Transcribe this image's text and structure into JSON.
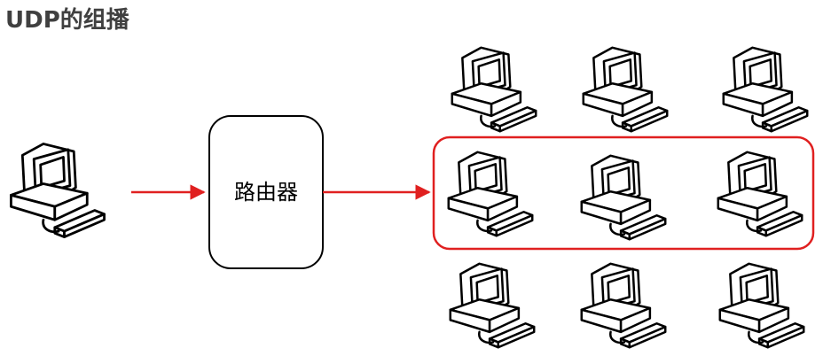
{
  "title": "UDP的组播",
  "router": {
    "label": "路由器"
  },
  "colors": {
    "title": "#404040",
    "arrow": "#e02020",
    "group_border": "#e02020",
    "outline": "#000000",
    "fill": "#ffffff"
  },
  "icons": {
    "computer": "desktop-computer-icon"
  },
  "computers": {
    "source": 1,
    "top_row": 3,
    "group_row": 3,
    "bottom_row": 3
  }
}
